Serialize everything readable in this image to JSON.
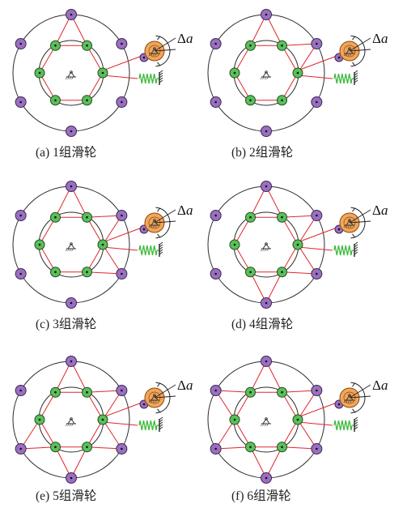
{
  "panels": [
    {
      "id": "a",
      "caption": "(a) 1组滑轮",
      "groups": 1
    },
    {
      "id": "b",
      "caption": "(b) 2组滑轮",
      "groups": 2
    },
    {
      "id": "c",
      "caption": "(c) 3组滑轮",
      "groups": 3
    },
    {
      "id": "d",
      "caption": "(d) 4组滑轮",
      "groups": 4
    },
    {
      "id": "e",
      "caption": "(e) 5组滑轮",
      "groups": 5
    },
    {
      "id": "f",
      "caption": "(f) 6组滑轮",
      "groups": 6
    }
  ],
  "delta_label": {
    "symbol": "Δ",
    "variable": "a"
  },
  "colors": {
    "outer_ring": "#2b2b2b",
    "inner_ring": "#2b2b2b",
    "outer_pulley": "#9b6fc0",
    "outer_pulley_stroke": "#3a2a55",
    "inner_pulley": "#5bbf5b",
    "inner_pulley_stroke": "#1f4f1f",
    "rope": "#e0262b",
    "drive_wheel": "#f2a65a",
    "drive_wheel_stroke": "#8a4a10",
    "spring": "#3dba3d",
    "anchor_icon": "#333333"
  }
}
